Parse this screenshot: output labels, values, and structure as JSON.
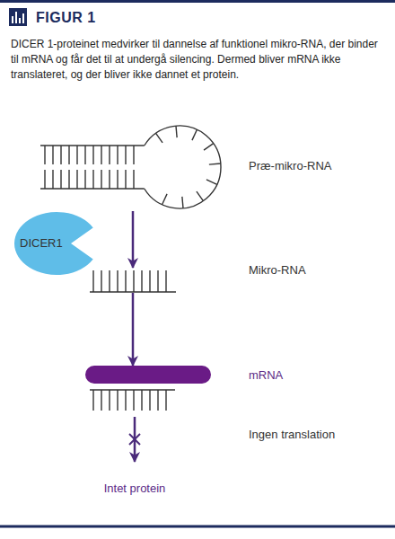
{
  "diagram": {
    "title": "FIGUR 1",
    "caption": "DICER 1-proteinet medvirker til dannelse af funktionel mikro-RNA, der binder til mRNA og får det til at undergå silencing. Dermed bliver mRNA ikke translateret, og der bliver ikke dannet et protein.",
    "nodes": [
      {
        "text": [
          "Præ-mikro-RNA"
        ]
      },
      {
        "text": [
          "DICER1"
        ]
      },
      {
        "text": [
          "Mikro-RNA"
        ]
      },
      {
        "text": [
          "mRNA"
        ]
      }
    ],
    "edges": [
      {
        "from": 0,
        "to": 2,
        "arrow": "to"
      },
      {
        "from": 2,
        "to": 3,
        "arrow": "to"
      }
    ],
    "labels": [
      "Ingen translation",
      "Intet protein"
    ]
  }
}
